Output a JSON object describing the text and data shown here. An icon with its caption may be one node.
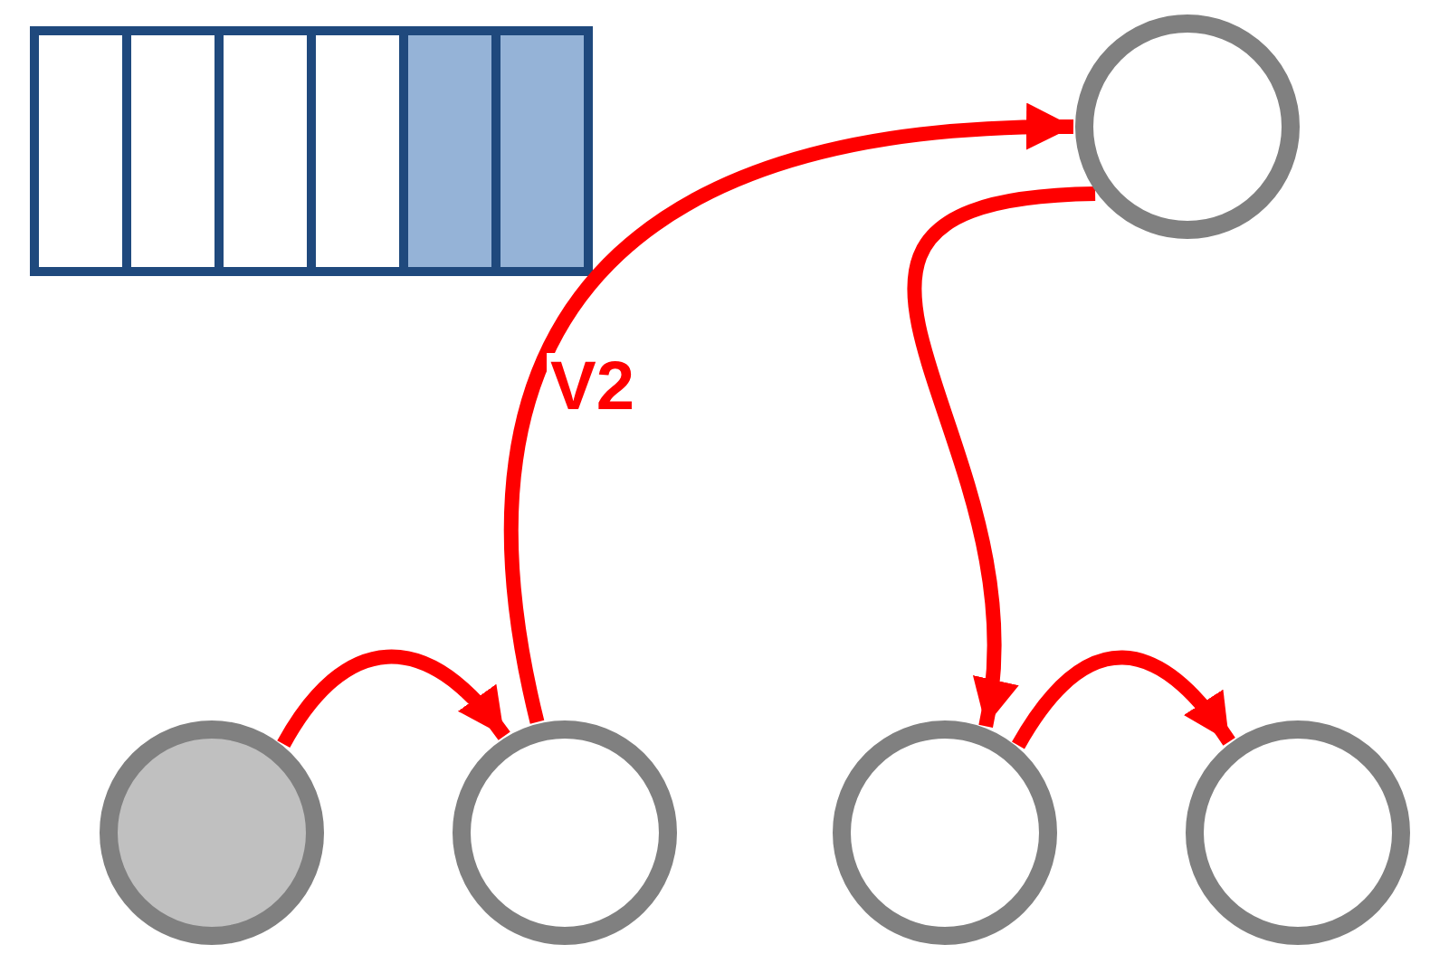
{
  "diagram": {
    "nodes": [
      {
        "text": [],
        "shape": "circle"
      },
      {
        "text": [],
        "shape": "circle"
      },
      {
        "text": [],
        "shape": "circle"
      },
      {
        "text": [],
        "shape": "circle"
      },
      {
        "text": [],
        "shape": "circle"
      }
    ],
    "edges": [
      {
        "from": 1,
        "to": 2,
        "arrow": "to"
      },
      {
        "from": 2,
        "to": 0,
        "arrow": "to",
        "label": "V2"
      },
      {
        "from": 0,
        "to": 3,
        "arrow": "to"
      },
      {
        "from": 3,
        "to": 4,
        "arrow": "to"
      }
    ]
  }
}
